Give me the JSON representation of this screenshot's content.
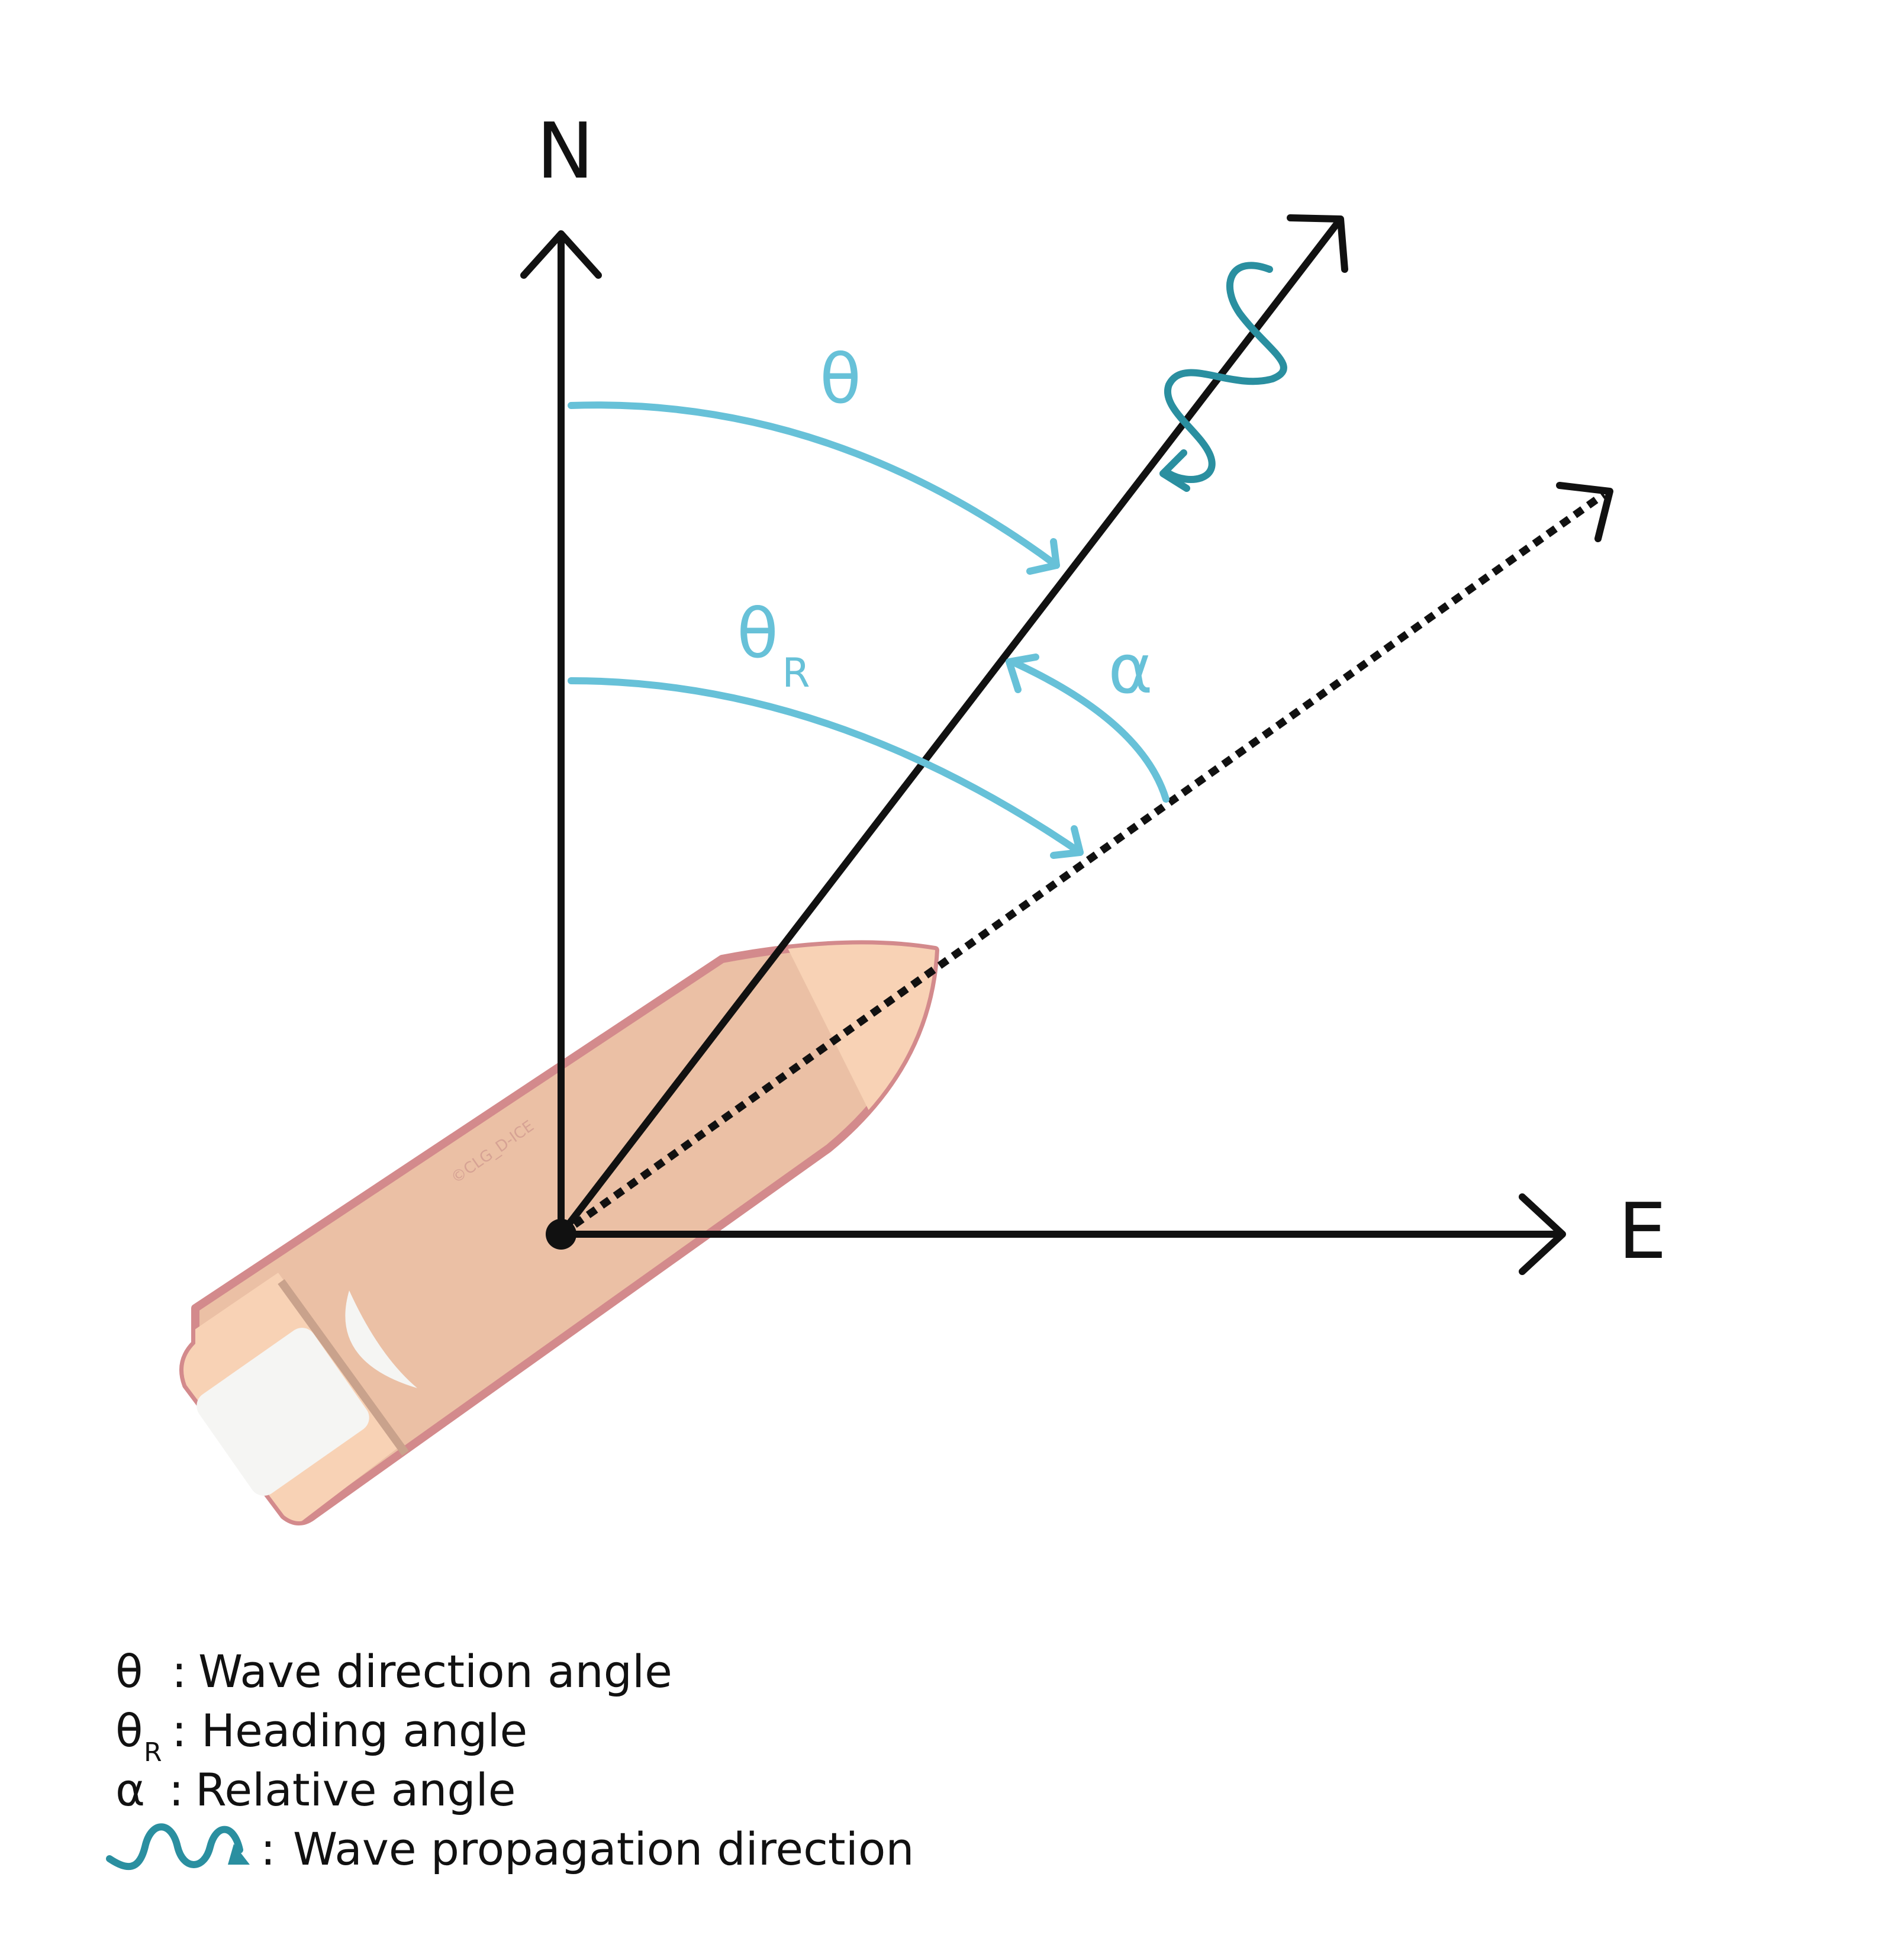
{
  "axes": {
    "north": "N",
    "east": "E"
  },
  "angles": {
    "theta": "θ",
    "theta_r": "θ",
    "theta_r_sub": "R",
    "alpha": "α"
  },
  "watermark": "©CLG_D-ICE",
  "legend": [
    {
      "symbol": "θ",
      "sub": "",
      "sep": ":",
      "text": "Wave direction angle"
    },
    {
      "symbol": "θ",
      "sub": "R",
      "sep": ":",
      "text": "Heading angle"
    },
    {
      "symbol": "α",
      "sub": "",
      "sep": ":",
      "text": "Relative angle"
    },
    {
      "symbol": "wave-icon",
      "sub": "",
      "sep": ":",
      "text": "Wave propagation direction"
    }
  ],
  "colors": {
    "axis": "#111111",
    "angle_arc": "#67c1d8",
    "wave": "#2a8fa0",
    "hull_fill": "#ebc0a5",
    "hull_stroke": "#d38a8c",
    "bow": "#f8d2b5",
    "deck": "#f5f5f3"
  }
}
